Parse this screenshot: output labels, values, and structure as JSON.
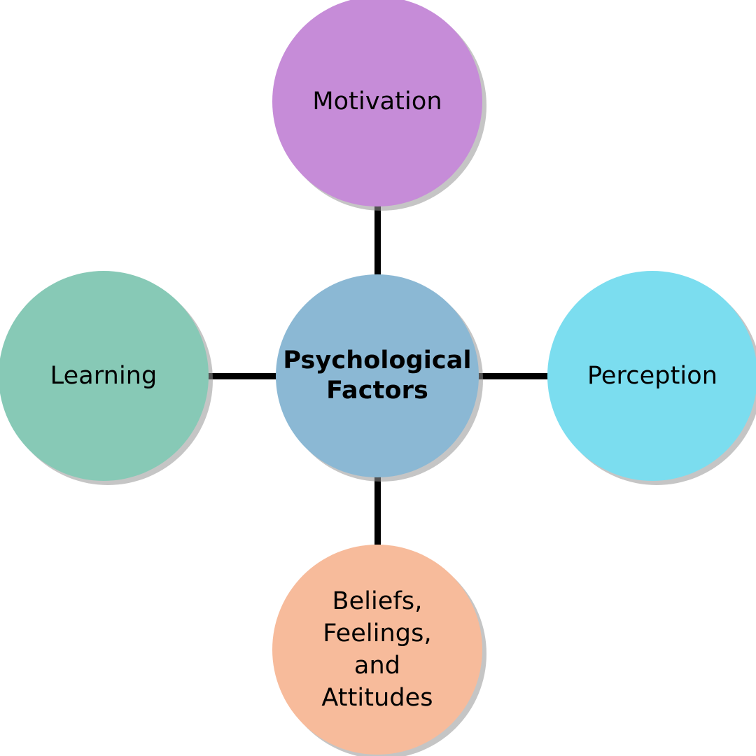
{
  "diagram": {
    "title": "Psychological Factors",
    "type": "hub-and-spoke concept map",
    "background_color": "#FFFFFF",
    "connector_color": "#000000",
    "shadow_color": "#969696",
    "center": {
      "id": "psychological-factors",
      "label": "Psychological\nFactors",
      "color": "#8BB8D4",
      "bold": true
    },
    "nodes": [
      {
        "id": "motivation",
        "label": "Motivation",
        "color": "#C68CD8",
        "position": "top"
      },
      {
        "id": "learning",
        "label": "Learning",
        "color": "#87C9B6",
        "position": "left"
      },
      {
        "id": "perception",
        "label": "Perception",
        "color": "#7BDDEF",
        "position": "right"
      },
      {
        "id": "beliefs-feelings-attitudes",
        "label": "Beliefs,\nFeelings,\nand\nAttitudes",
        "color": "#F7BB9B",
        "position": "bottom"
      }
    ],
    "connectors": [
      {
        "id": "center-to-motivation",
        "from": "psychological-factors",
        "to": "motivation"
      },
      {
        "id": "center-to-learning",
        "from": "psychological-factors",
        "to": "learning"
      },
      {
        "id": "center-to-perception",
        "from": "psychological-factors",
        "to": "perception"
      },
      {
        "id": "center-to-beliefs",
        "from": "psychological-factors",
        "to": "beliefs-feelings-attitudes"
      }
    ]
  }
}
